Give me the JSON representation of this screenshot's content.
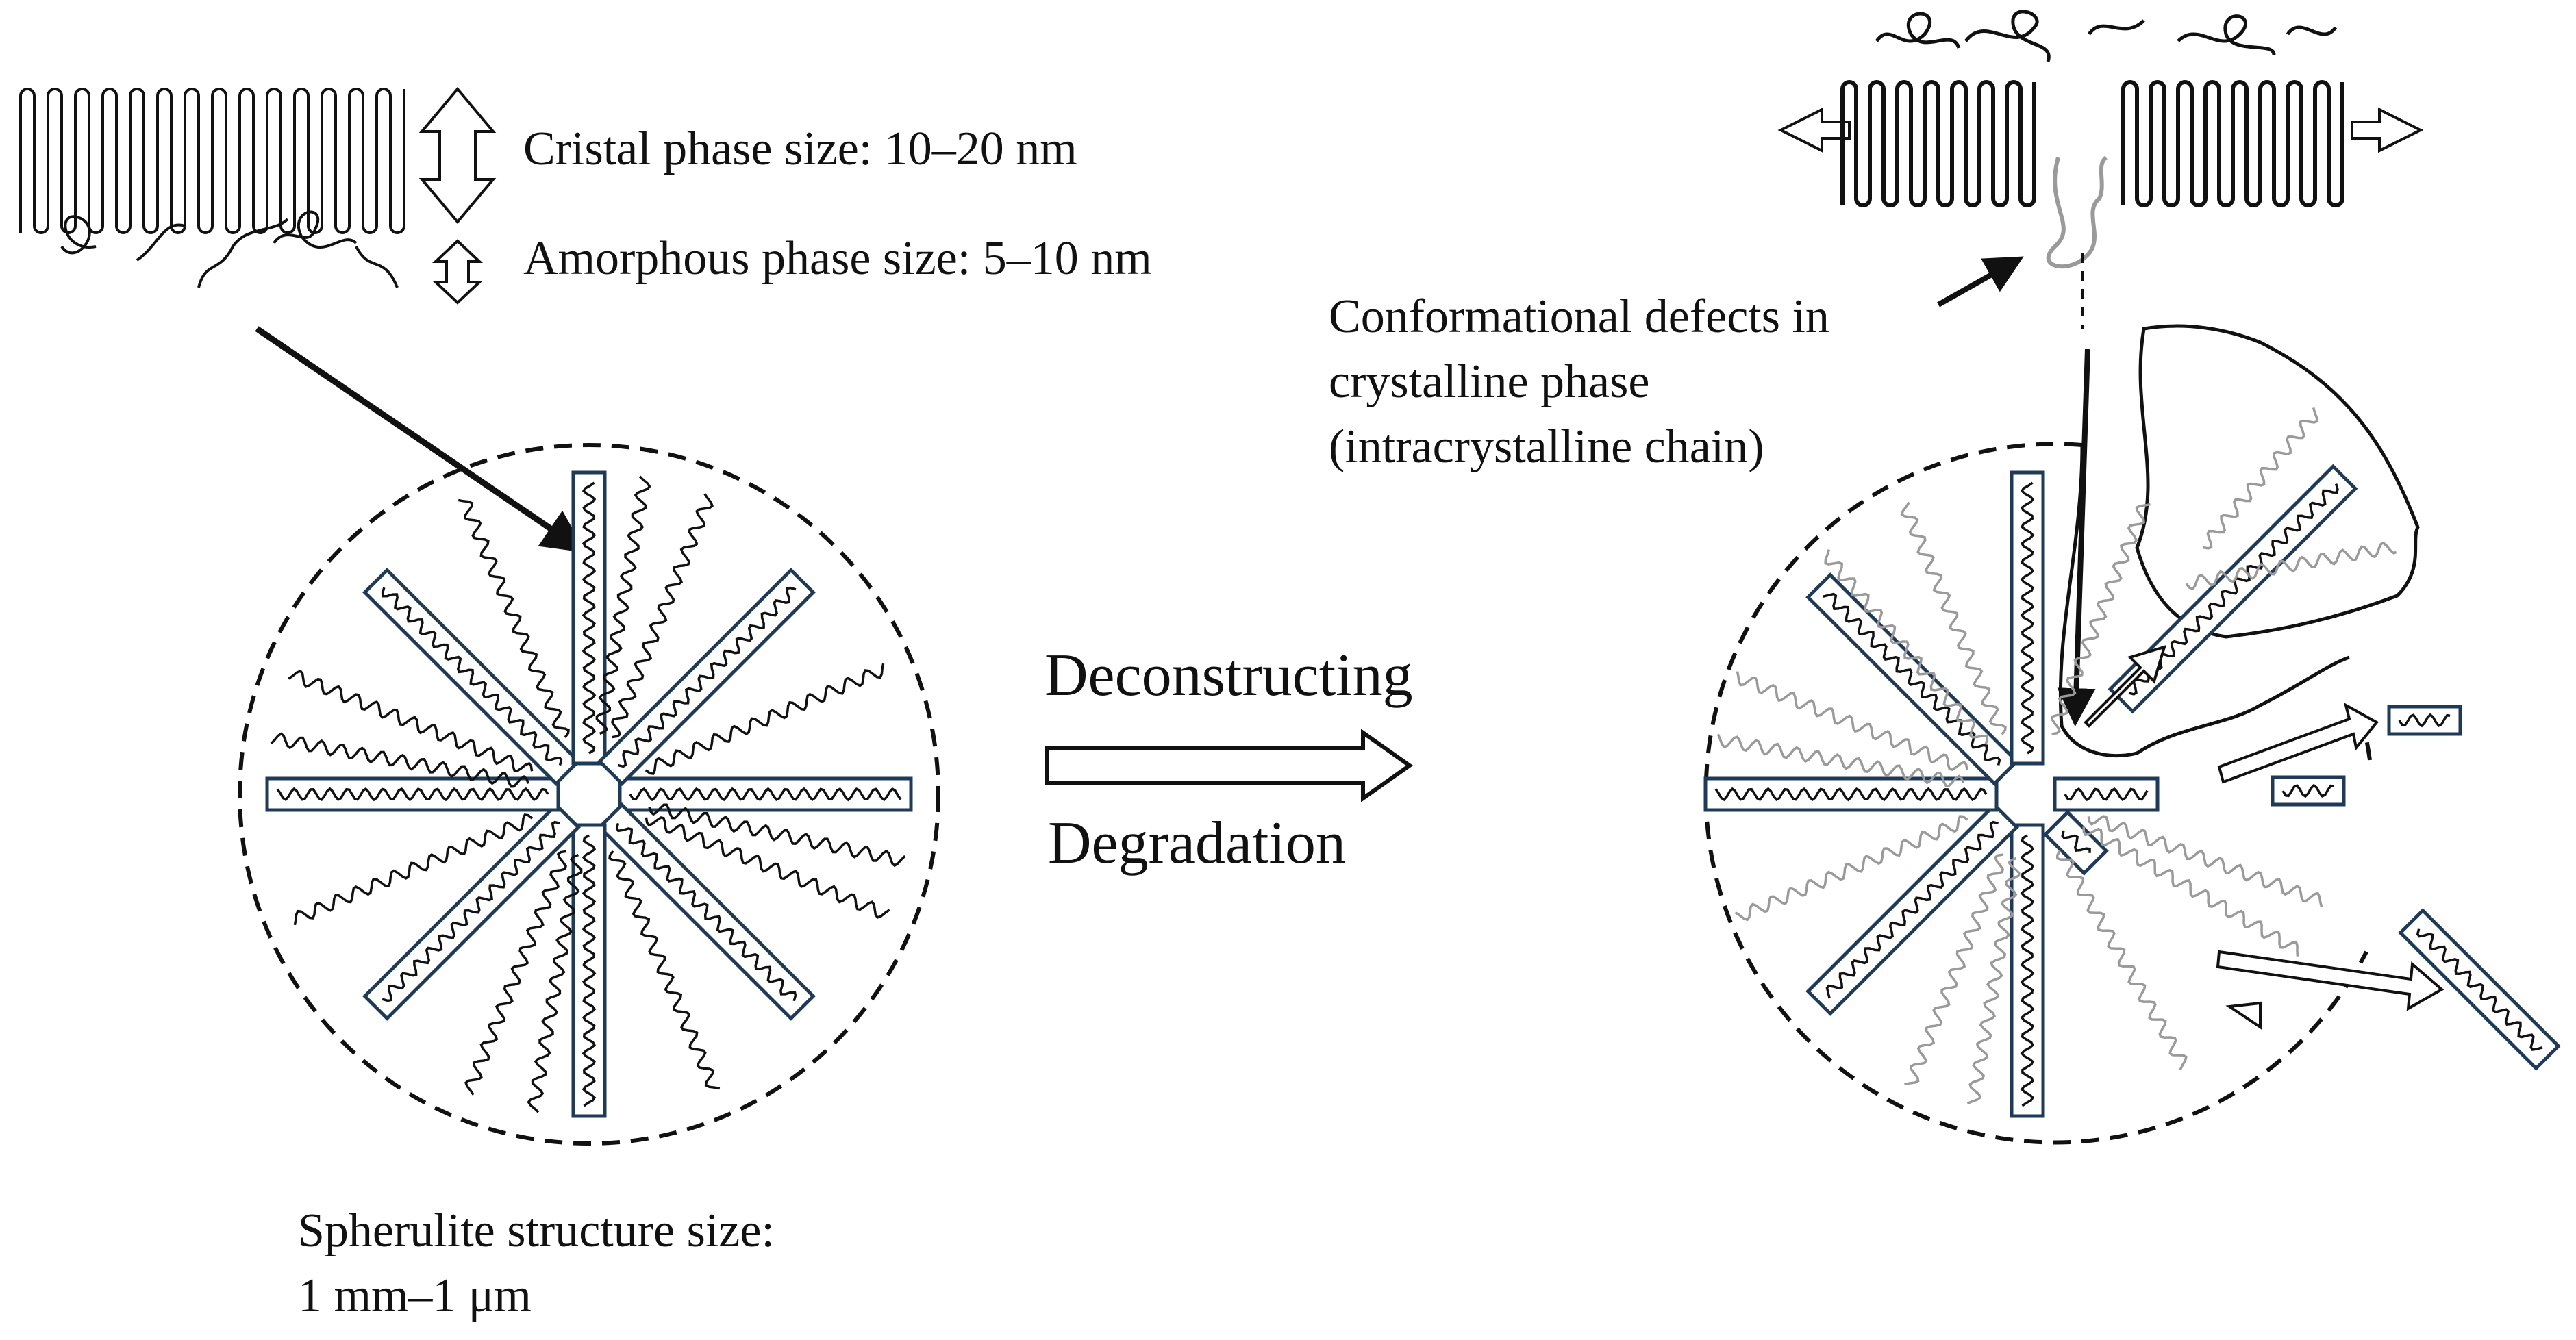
{
  "labels": {
    "crystal_size": "Cristal phase size: 10–20 nm",
    "amorphous_size": "Amorphous phase size: 5–10 nm",
    "process_top": "Deconstructing",
    "process_bottom": "Degradation",
    "spherulite_line1": "Spherulite structure size:",
    "spherulite_line2": "1 mm–1 μm",
    "defects_line1": "Conformational defects in",
    "defects_line2": "crystalline phase",
    "defects_line3": "(intracrystalline chain)"
  },
  "colors": {
    "lamella_stroke": "#1f3a56",
    "ink": "#111111",
    "degraded_chain": "#9a9a9a"
  }
}
